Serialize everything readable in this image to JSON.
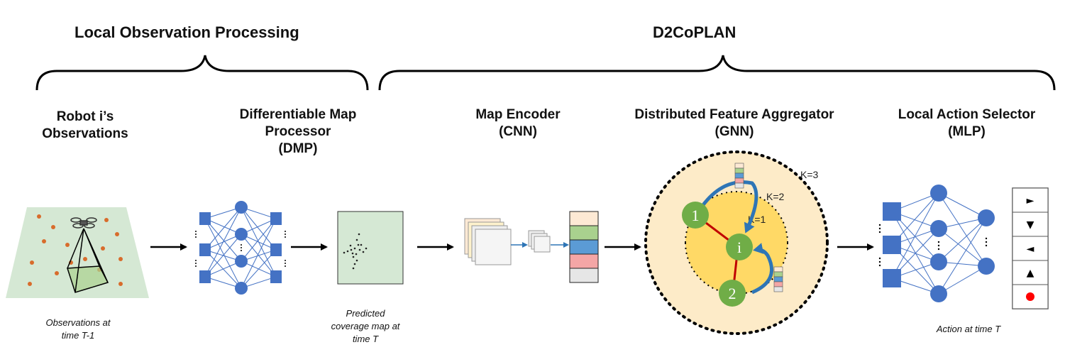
{
  "sections": [
    {
      "title": "Local Observation Processing"
    },
    {
      "title": "D2CoPLAN"
    }
  ],
  "stages": [
    {
      "id": "observations",
      "lines": [
        "Robot i’s",
        "Observations"
      ]
    },
    {
      "id": "dmp",
      "lines": [
        "Differentiable Map",
        "Processor",
        "(DMP)"
      ]
    },
    {
      "id": "cnn",
      "lines": [
        "Map  Encoder",
        "(CNN)"
      ]
    },
    {
      "id": "gnn",
      "lines": [
        "Distributed Feature Aggregator",
        "(GNN)"
      ]
    },
    {
      "id": "mlp",
      "lines": [
        "Local Action Selector",
        "(MLP)"
      ]
    }
  ],
  "captions": {
    "observations": [
      "Observations at",
      "time T-1"
    ],
    "coverage": [
      "Predicted",
      "coverage map at",
      "time T"
    ],
    "action": [
      "Action at time T"
    ]
  },
  "gnn": {
    "hop_labels": [
      "K=1",
      "K=2",
      "K=3"
    ],
    "nodes": [
      "1",
      "i",
      "2"
    ]
  },
  "feature_vector_colors": [
    "#fde9d4",
    "#a9d18e",
    "#5b9bd5",
    "#f4a6a6",
    "#e6e6e6"
  ],
  "action_symbols": [
    "►",
    "▼",
    "◄",
    "▲",
    "●"
  ],
  "colors": {
    "network_blue": "#4472c4",
    "map_green": "#d5e8d4",
    "node_green": "#70ad47",
    "edge_red": "#c00000",
    "ring_inner": "#ffd966",
    "ring_outer": "#fdebc8",
    "arrow_blue": "#2e75b6"
  }
}
